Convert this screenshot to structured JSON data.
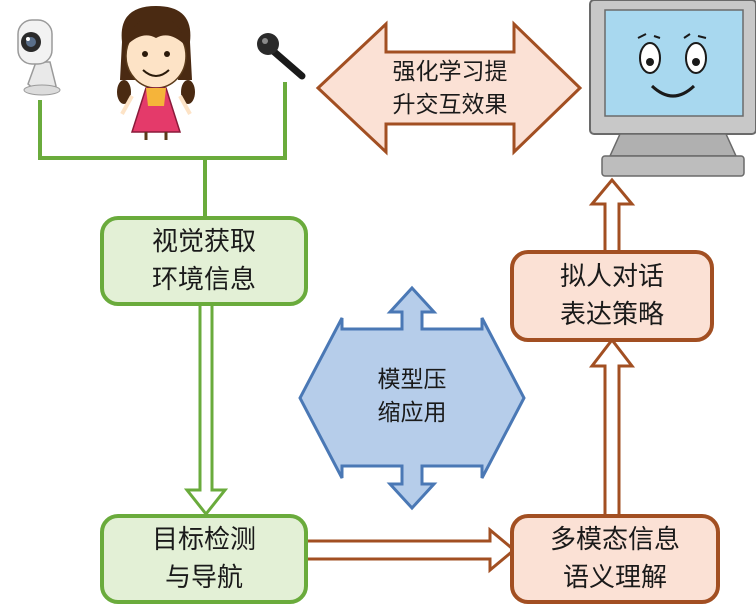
{
  "nodes": {
    "visual_env": {
      "line1": "视觉获取",
      "line2": "环境信息"
    },
    "target_nav": {
      "line1": "目标检测",
      "line2": "与导航"
    },
    "multimodal": {
      "line1": "多模态信息",
      "line2": "语义理解"
    },
    "dialogue": {
      "line1": "拟人对话",
      "line2": "表达策略"
    }
  },
  "arrows": {
    "rl_interaction": {
      "line1": "强化学习提",
      "line2": "升交互效果"
    },
    "model_compression": {
      "line1": "模型压",
      "line2": "缩应用"
    }
  },
  "icons": {
    "camera": "camera-icon",
    "child": "child-icon",
    "microphone": "microphone-icon",
    "monitor": "monitor-face-icon"
  },
  "colors": {
    "green_fill": "#e3f0d6",
    "green_border": "#6aab3c",
    "orange_fill": "#fbe1d5",
    "orange_border": "#a24f22",
    "blue_fill": "#b6cdea",
    "blue_border": "#4a78b5"
  }
}
